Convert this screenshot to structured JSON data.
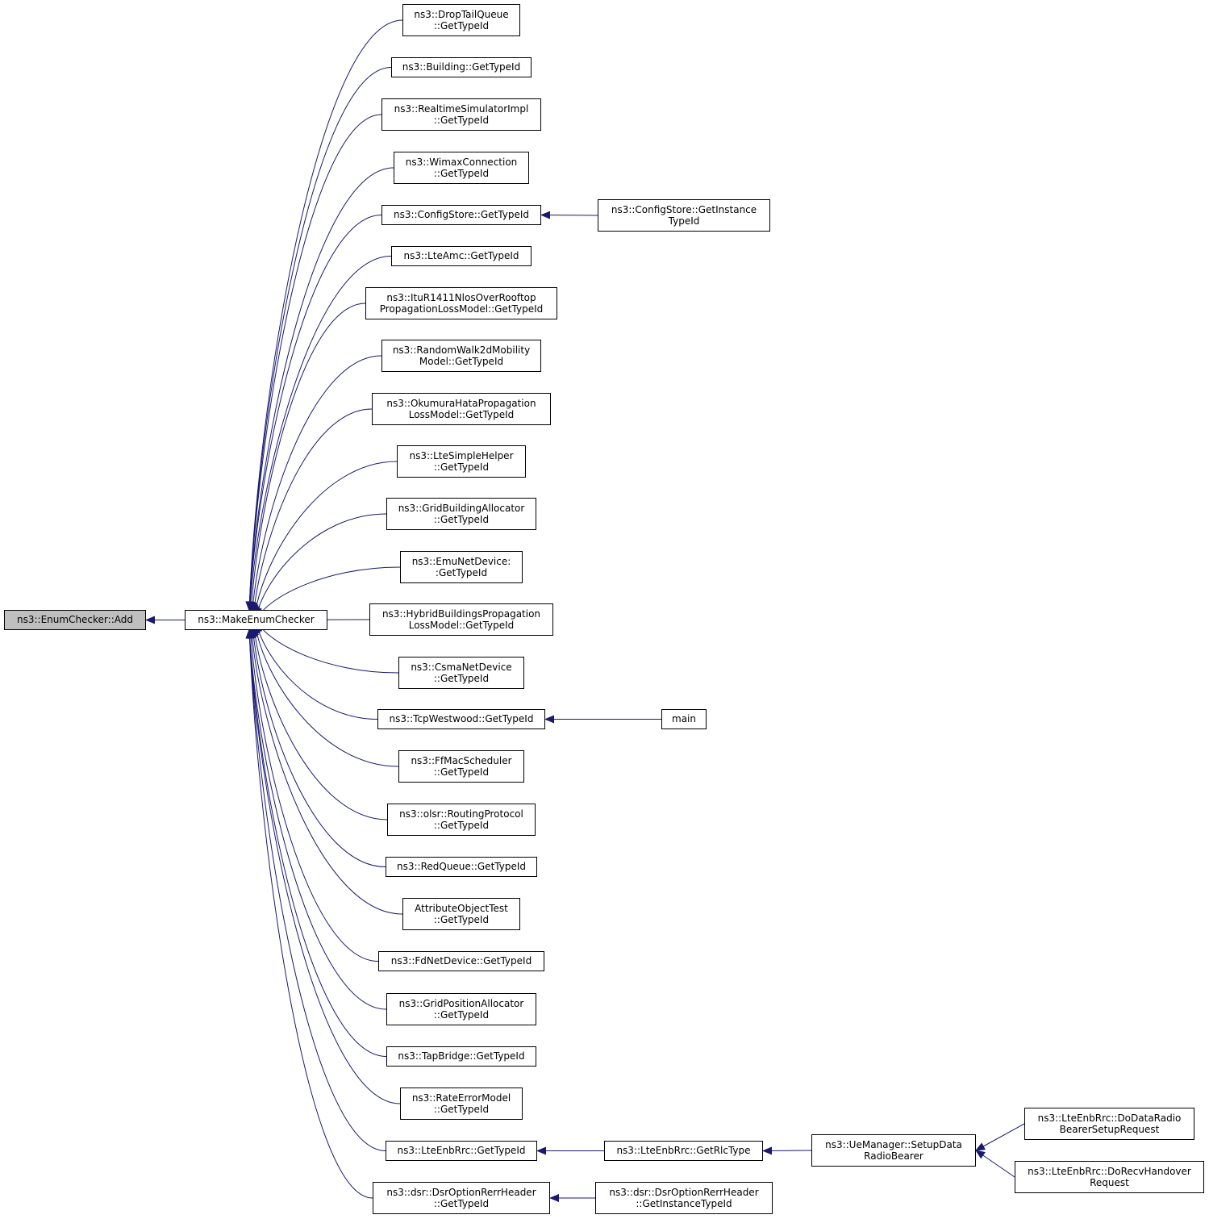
{
  "colors": {
    "edge": "#191970",
    "node_border": "#000000",
    "root_fill": "#bfbfbf",
    "node_fill": "#ffffff"
  },
  "nodes": {
    "n0": [
      "ns3::EnumChecker::Add"
    ],
    "n1": [
      "ns3::MakeEnumChecker"
    ],
    "n2": [
      "ns3::DropTailQueue",
      "::GetTypeId"
    ],
    "n3": [
      "ns3::Building::GetTypeId"
    ],
    "n4": [
      "ns3::RealtimeSimulatorImpl",
      "::GetTypeId"
    ],
    "n5": [
      "ns3::WimaxConnection",
      "::GetTypeId"
    ],
    "n6": [
      "ns3::ConfigStore::GetTypeId"
    ],
    "n7": [
      "ns3::LteAmc::GetTypeId"
    ],
    "n8": [
      "ns3::ItuR1411NlosOverRooftop",
      "PropagationLossModel::GetTypeId"
    ],
    "n9": [
      "ns3::RandomWalk2dMobility",
      "Model::GetTypeId"
    ],
    "n10": [
      "ns3::OkumuraHataPropagation",
      "LossModel::GetTypeId"
    ],
    "n11": [
      "ns3::LteSimpleHelper",
      "::GetTypeId"
    ],
    "n12": [
      "ns3::GridBuildingAllocator",
      "::GetTypeId"
    ],
    "n13": [
      "ns3::EmuNetDevice:",
      ":GetTypeId"
    ],
    "n14": [
      "ns3::HybridBuildingsPropagation",
      "LossModel::GetTypeId"
    ],
    "n15": [
      "ns3::CsmaNetDevice",
      "::GetTypeId"
    ],
    "n16": [
      "ns3::TcpWestwood::GetTypeId"
    ],
    "n17": [
      "ns3::FfMacScheduler",
      "::GetTypeId"
    ],
    "n18": [
      "ns3::olsr::RoutingProtocol",
      "::GetTypeId"
    ],
    "n19": [
      "ns3::RedQueue::GetTypeId"
    ],
    "n20": [
      "AttributeObjectTest",
      "::GetTypeId"
    ],
    "n21": [
      "ns3::FdNetDevice::GetTypeId"
    ],
    "n22": [
      "ns3::GridPositionAllocator",
      "::GetTypeId"
    ],
    "n23": [
      "ns3::TapBridge::GetTypeId"
    ],
    "n24": [
      "ns3::RateErrorModel",
      "::GetTypeId"
    ],
    "n25": [
      "ns3::LteEnbRrc::GetTypeId"
    ],
    "n26": [
      "ns3::dsr::DsrOptionRerrHeader",
      "::GetTypeId"
    ],
    "n27": [
      "ns3::ConfigStore::GetInstance",
      "TypeId"
    ],
    "n28": [
      "main"
    ],
    "n29": [
      "ns3::LteEnbRrc::GetRlcType"
    ],
    "n30": [
      "ns3::dsr::DsrOptionRerrHeader",
      "::GetInstanceTypeId"
    ],
    "n31": [
      "ns3::UeManager::SetupData",
      "RadioBearer"
    ],
    "n32": [
      "ns3::LteEnbRrc::DoDataRadio",
      "BearerSetupRequest"
    ],
    "n33": [
      "ns3::LteEnbRrc::DoRecvHandover",
      "Request"
    ]
  },
  "edges": [
    [
      "n1",
      "n0"
    ],
    [
      "n2",
      "n1"
    ],
    [
      "n3",
      "n1"
    ],
    [
      "n4",
      "n1"
    ],
    [
      "n5",
      "n1"
    ],
    [
      "n6",
      "n1"
    ],
    [
      "n7",
      "n1"
    ],
    [
      "n8",
      "n1"
    ],
    [
      "n9",
      "n1"
    ],
    [
      "n10",
      "n1"
    ],
    [
      "n11",
      "n1"
    ],
    [
      "n12",
      "n1"
    ],
    [
      "n13",
      "n1"
    ],
    [
      "n14",
      "n1"
    ],
    [
      "n15",
      "n1"
    ],
    [
      "n16",
      "n1"
    ],
    [
      "n17",
      "n1"
    ],
    [
      "n18",
      "n1"
    ],
    [
      "n19",
      "n1"
    ],
    [
      "n20",
      "n1"
    ],
    [
      "n21",
      "n1"
    ],
    [
      "n22",
      "n1"
    ],
    [
      "n23",
      "n1"
    ],
    [
      "n24",
      "n1"
    ],
    [
      "n25",
      "n1"
    ],
    [
      "n26",
      "n1"
    ],
    [
      "n27",
      "n6"
    ],
    [
      "n28",
      "n16"
    ],
    [
      "n29",
      "n25"
    ],
    [
      "n30",
      "n26"
    ],
    [
      "n31",
      "n29"
    ],
    [
      "n32",
      "n31"
    ],
    [
      "n33",
      "n31"
    ]
  ]
}
